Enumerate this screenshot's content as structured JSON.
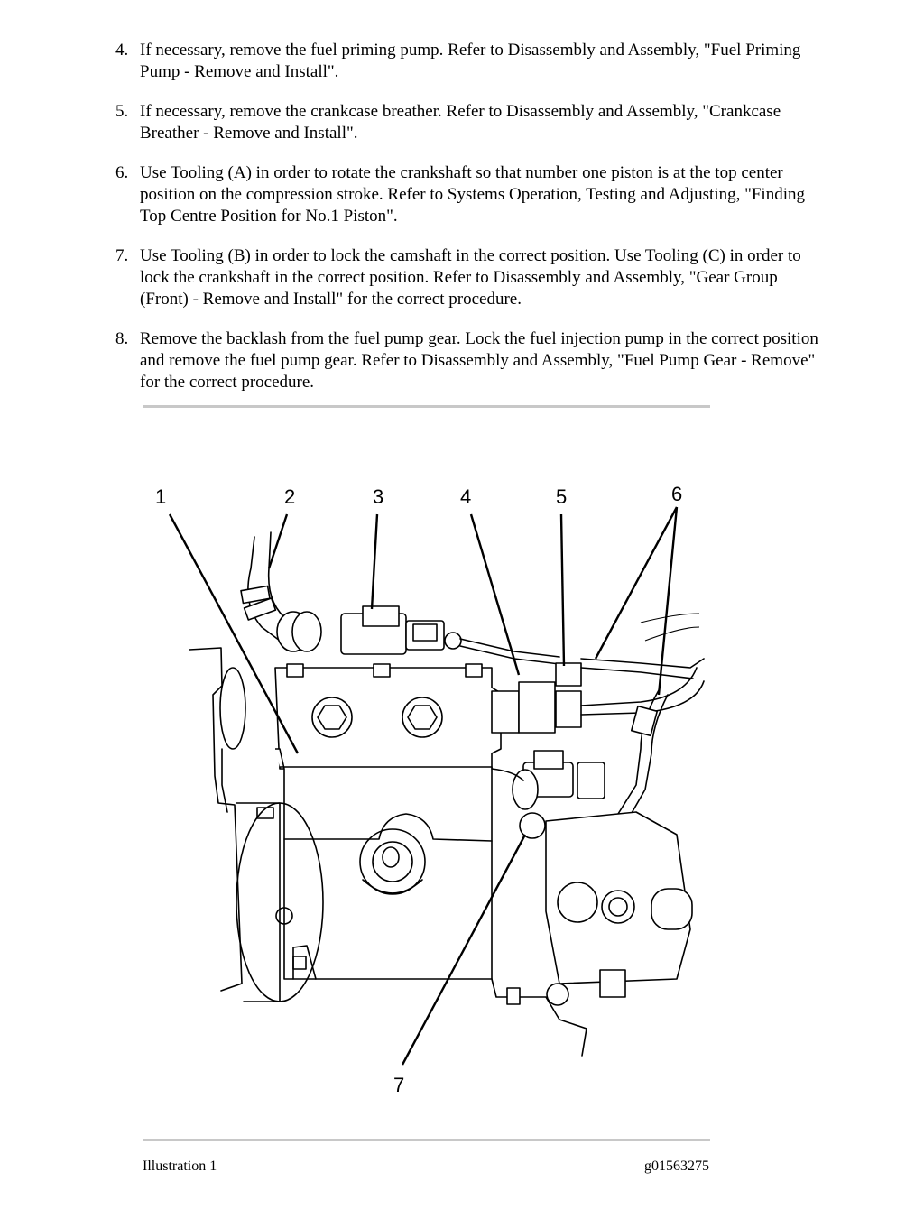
{
  "steps": [
    {
      "number": "4.",
      "text": "If necessary, remove the fuel priming pump. Refer to Disassembly and Assembly, \"Fuel Priming Pump - Remove and Install\"."
    },
    {
      "number": "5.",
      "text": "If necessary, remove the crankcase breather. Refer to Disassembly and Assembly, \"Crankcase Breather - Remove and Install\"."
    },
    {
      "number": "6.",
      "text": "Use Tooling (A) in order to rotate the crankshaft so that number one piston is at the top center position on the compression stroke. Refer to Systems Operation, Testing and Adjusting, \"Finding Top Centre Position for No.1 Piston\"."
    },
    {
      "number": "7.",
      "text": "Use Tooling (B) in order to lock the camshaft in the correct position. Use Tooling (C) in order to lock the crankshaft in the correct position. Refer to Disassembly and Assembly, \"Gear Group (Front) - Remove and Install\" for the correct procedure."
    },
    {
      "number": "8.",
      "text": "Remove the backlash from the fuel pump gear. Lock the fuel injection pump in the correct position and remove the fuel pump gear. Refer to Disassembly and Assembly, \"Fuel Pump Gear - Remove\" for the correct procedure."
    }
  ],
  "illustration": {
    "callouts": [
      "1",
      "2",
      "3",
      "4",
      "5",
      "6",
      "7"
    ],
    "caption_label": "Illustration 1",
    "caption_id": "g01563275"
  }
}
